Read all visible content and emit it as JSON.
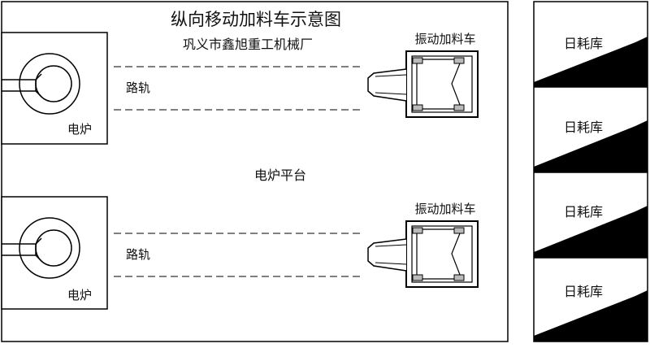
{
  "title": "纵向移动加料车示意图",
  "subtitle": "巩义市鑫旭重工机械厂",
  "platform_label": "电炉平台",
  "units": [
    {
      "furnace_label": "电炉",
      "rail_label": "路轨",
      "cart_label": "振动加料车"
    },
    {
      "furnace_label": "电炉",
      "rail_label": "路轨",
      "cart_label": "振动加料车"
    }
  ],
  "hoppers": [
    {
      "label": "日耗库"
    },
    {
      "label": "日耗库"
    },
    {
      "label": "日耗库"
    },
    {
      "label": "日耗库"
    }
  ]
}
